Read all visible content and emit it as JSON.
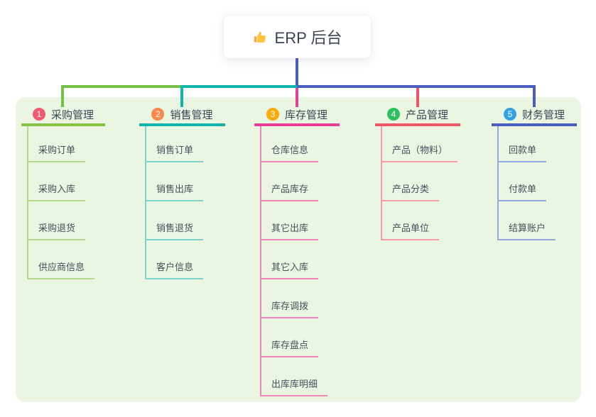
{
  "root": {
    "icon": "thumbs-up-icon",
    "title": "ERP 后台"
  },
  "branches": [
    {
      "badge": "1",
      "label": "采购管理",
      "line_color": "#85c245",
      "badge_color": "#f2596f",
      "children": [
        "采购订单",
        "采购入库",
        "采购退货",
        "供应商信息"
      ]
    },
    {
      "badge": "2",
      "label": "销售管理",
      "line_color": "#12b5ac",
      "badge_color": "#f7894c",
      "children": [
        "销售订单",
        "销售出库",
        "销售退货",
        "客户信息"
      ]
    },
    {
      "badge": "3",
      "label": "库存管理",
      "line_color": "#ea3d96",
      "badge_color": "#f7ab0c",
      "children": [
        "仓库信息",
        "产品库存",
        "其它出库",
        "其它入库",
        "库存调拨",
        "库存盘点",
        "出库库明细"
      ]
    },
    {
      "badge": "4",
      "label": "产品管理",
      "line_color": "#ef5368",
      "badge_color": "#2fc05f",
      "children": [
        "产品（物料）",
        "产品分类",
        "产品单位"
      ]
    },
    {
      "badge": "5",
      "label": "财务管理",
      "line_color": "#4a5ec1",
      "badge_color": "#33a0e4",
      "children": [
        "回款单",
        "付款单",
        "结算账户"
      ]
    }
  ],
  "connector_colors": {
    "root_stem": "#4a5ec1",
    "bus_left": "#76c043",
    "bus_mid": "#12b5ac",
    "bus_right": "#4a5ec1"
  },
  "panel_color": "#eaf6e2"
}
